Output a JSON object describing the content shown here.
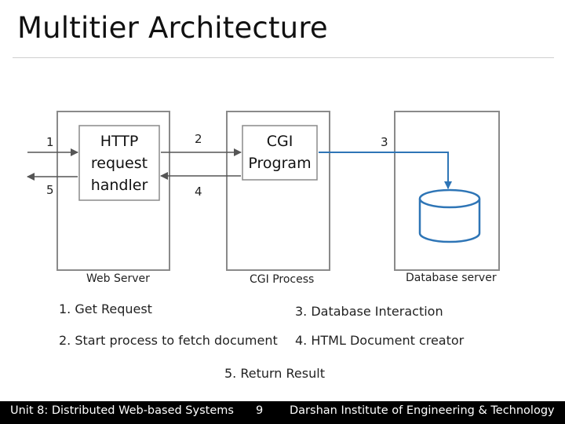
{
  "title": "Multitier Architecture",
  "boxes": {
    "http_handler": [
      "HTTP",
      "request",
      "handler"
    ],
    "cgi_program": [
      "CGI",
      "Program"
    ]
  },
  "containers": {
    "web_server": "Web Server",
    "cgi_process": "CGI Process",
    "database_server": "Database server"
  },
  "arrow_labels": {
    "a1": "1",
    "a2": "2",
    "a3": "3",
    "a4": "4",
    "a5": "5"
  },
  "steps": {
    "s1": "1. Get Request",
    "s2": "2. Start process to fetch document",
    "s3": "3. Database Interaction",
    "s4": "4. HTML Document creator",
    "s5": "5. Return Result"
  },
  "footer": {
    "course": "Unit 8: Distributed Web-based Systems",
    "page": "9",
    "institute": "Darshan Institute of Engineering & Technology"
  },
  "colors": {
    "outline": "#8a8a8a",
    "database": "#2e75b6",
    "arrow": "#555555",
    "footer_bg": "#000000"
  }
}
